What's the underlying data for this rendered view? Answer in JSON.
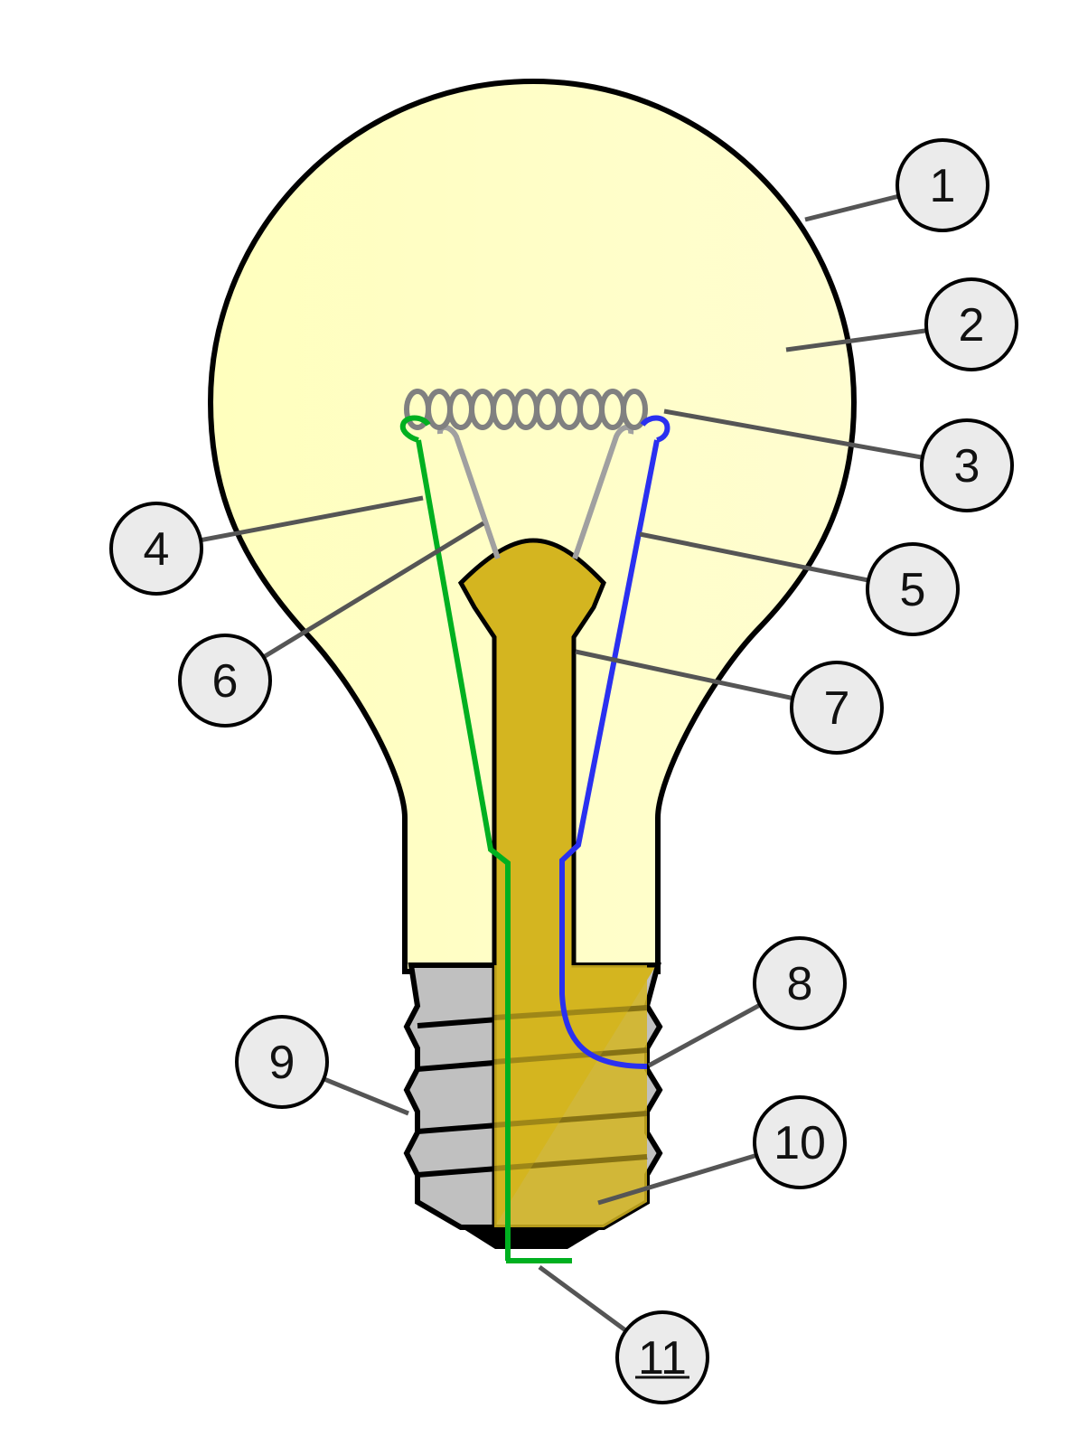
{
  "colors": {
    "glass": "#ffffc0",
    "outline": "#000000",
    "stem": "#d4b520",
    "screw_base": "#c0c0c0",
    "filament": "#808080",
    "support_wire": "#a0a0a0",
    "lead_in_left": "#00b020",
    "lead_in_right": "#2a30f0",
    "callout_fill": "#ebebeb",
    "leader": "#555555"
  },
  "callouts": [
    {
      "label": "1"
    },
    {
      "label": "2"
    },
    {
      "label": "3"
    },
    {
      "label": "4"
    },
    {
      "label": "5"
    },
    {
      "label": "6"
    },
    {
      "label": "7"
    },
    {
      "label": "8"
    },
    {
      "label": "9"
    },
    {
      "label": "10"
    },
    {
      "label": "11"
    }
  ]
}
